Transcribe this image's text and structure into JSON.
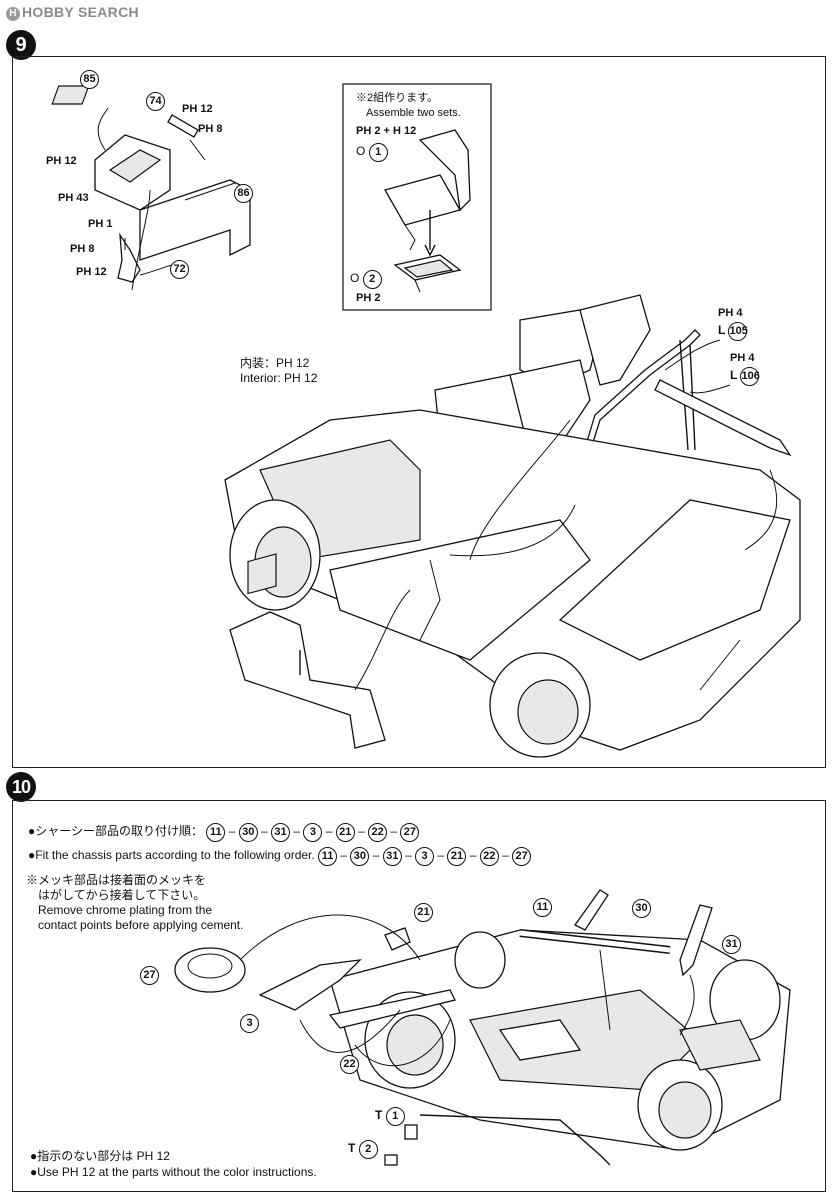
{
  "header": {
    "logo_text": "HOBBY SEARCH",
    "logo_mark": "H"
  },
  "step9": {
    "number": "9",
    "inset": {
      "note_jp": "※2組作ります。",
      "note_en": "Assemble two sets.",
      "paint_combo": "PH 2 + H 12",
      "part1_prefix": "O",
      "part1": "1",
      "part2_prefix": "O",
      "part2": "2",
      "part2_paint": "PH 2"
    },
    "interior_jp": "内装：PH 12",
    "interior_en": "Interior:  PH 12",
    "callouts": {
      "p85": "85",
      "p74": "74",
      "p86": "86",
      "p72": "72",
      "p105": "105",
      "p106": "106"
    },
    "paints": {
      "c85_a": "PH 12",
      "c85_b": "PH 43",
      "c74_a": "PH 12",
      "c74_b": "PH 8",
      "c72_a": "PH 1",
      "c72_b": "PH 8",
      "c72_c": "PH 12",
      "rb_a": "PH 4",
      "rb_b": "PH 4"
    },
    "rollbar_l1": "L",
    "rollbar_l2": "L"
  },
  "step10": {
    "number": "10",
    "order_jp_label": "●シャーシー部品の取り付け順：",
    "order_en_label": "●Fit the chassis parts according to the following order.",
    "order": [
      "11",
      "30",
      "31",
      "3",
      "21",
      "22",
      "27"
    ],
    "chrome_jp1": "※メッキ部品は接着面のメッキを",
    "chrome_jp2": "はがしてから接着して下さい。",
    "chrome_en1": "Remove chrome plating from the",
    "chrome_en2": "contact points before applying cement.",
    "callouts": {
      "p21": "21",
      "p11": "11",
      "p30": "30",
      "p31": "31",
      "p27": "27",
      "p3": "3",
      "p22": "22"
    },
    "t1_prefix": "T",
    "t1": "1",
    "t2_prefix": "T",
    "t2": "2",
    "footer_jp": "●指示のない部分は PH 12",
    "footer_en": "●Use PH 12 at the parts without the color instructions."
  }
}
